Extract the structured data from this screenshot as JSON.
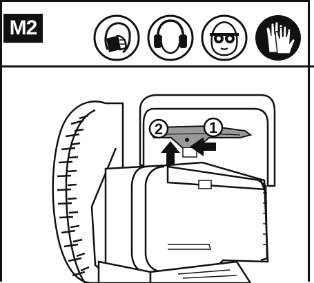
{
  "step": {
    "label": "M2"
  },
  "ppe_icons": [
    {
      "name": "dust-mask-icon"
    },
    {
      "name": "ear-protection-icon"
    },
    {
      "name": "safety-glasses-icon"
    },
    {
      "name": "gloves-icon"
    }
  ],
  "callouts": [
    {
      "number": "1"
    },
    {
      "number": "2"
    }
  ],
  "colors": {
    "line": "#111111",
    "highlight": "#9a9a9a",
    "background": "#ffffff"
  }
}
